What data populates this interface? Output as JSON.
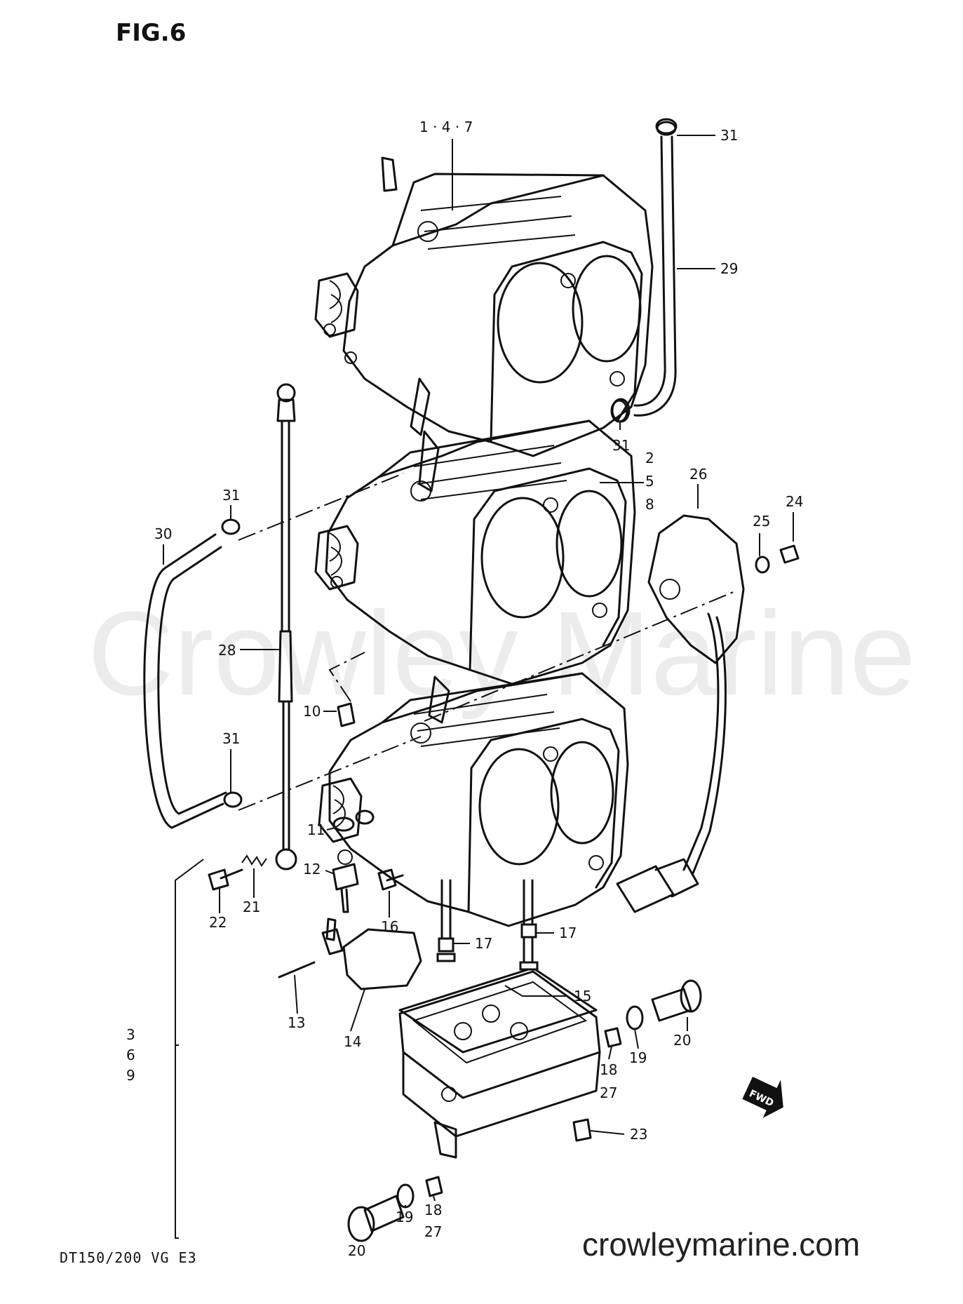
{
  "figure": {
    "title": "FIG.6",
    "model_code": "DT150/200 VG E3",
    "watermark": "Crowley Marine",
    "site_url": "crowleymarine.com"
  },
  "callouts": {
    "c147": "1 · 4 · 7",
    "c258_a": "2",
    "c258_b": "5",
    "c258_c": "8",
    "c369_a": "3",
    "c369_b": "6",
    "c369_c": "9",
    "c10": "10",
    "c11": "11",
    "c12": "12",
    "c13": "13",
    "c14": "14",
    "c15": "15",
    "c16": "16",
    "c17_a": "17",
    "c17_b": "17",
    "c18_a": "18",
    "c27_a": "27",
    "c18_b": "18",
    "c27_b": "27",
    "c19_a": "19",
    "c19_b": "19",
    "c20_a": "20",
    "c20_b": "20",
    "c21": "21",
    "c22": "22",
    "c23": "23",
    "c24": "24",
    "c25": "25",
    "c26": "26",
    "c28": "28",
    "c29": "29",
    "c30": "30",
    "c31_a": "31",
    "c31_b": "31",
    "c31_c": "31",
    "c31_d": "31"
  },
  "fwd_label": "FWD",
  "colors": {
    "ink": "#111111",
    "watermark": "#ececec",
    "background": "#ffffff"
  }
}
